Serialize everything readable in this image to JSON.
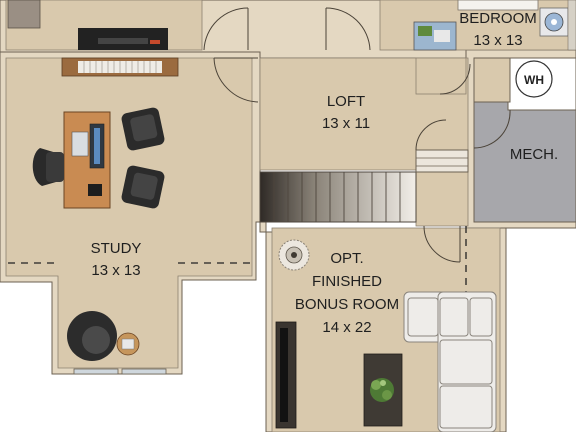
{
  "rooms": {
    "bedroom": {
      "name": "BEDROOM",
      "size": "13 x 13"
    },
    "loft": {
      "name": "LOFT",
      "size": "13 x 11"
    },
    "mech": {
      "name": "MECH."
    },
    "study": {
      "name": "STUDY",
      "size": "13 x 13"
    },
    "bonus": {
      "line1": "OPT.",
      "line2": "FINISHED",
      "line3": "BONUS ROOM",
      "size": "14 x 22"
    }
  },
  "fixtures": {
    "water_heater": "WH"
  },
  "colors": {
    "floor": "#d9c9ad",
    "wall": "#e4d8c2",
    "wall_outline": "#6b6152",
    "mech_floor": "#a7a7ab",
    "background": "#ffffff",
    "stair_dark": "#3a3530",
    "stair_light": "#e9e4dc"
  },
  "icons": [
    "water-heater-icon",
    "plant-icon",
    "ceiling-fixture-icon",
    "cd-icon"
  ]
}
